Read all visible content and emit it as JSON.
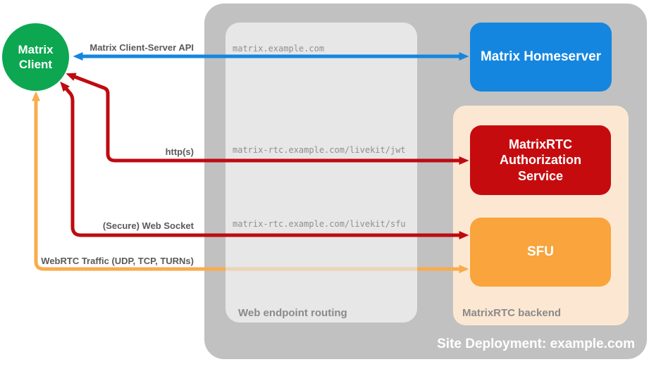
{
  "nodes": {
    "client": "Matrix Client",
    "homeserver": "Matrix Homeserver",
    "auth_service": "MatrixRTC Authorization Service",
    "sfu": "SFU"
  },
  "sections": {
    "routing_title": "Web endpoint routing",
    "backend_title": "MatrixRTC backend",
    "deployment_title": "Site Deployment: example.com"
  },
  "endpoints": [
    "matrix.example.com",
    "matrix-rtc.example.com/livekit/jwt",
    "matrix-rtc.example.com/livekit/sfu"
  ],
  "arrow_labels": {
    "api": "Matrix Client-Server API",
    "http": "http(s)",
    "websocket": "(Secure) Web Socket",
    "webrtc": "WebRTC Traffic (UDP, TCP, TURNs)"
  },
  "colors": {
    "client_green": "#0CA750",
    "homeserver_blue": "#1486DF",
    "auth_service_red": "#C60B0F",
    "arrow_red": "#BE0B10",
    "sfu_orange": "#F9A43C",
    "arrow_orange": "#F9AC4D",
    "arrow_blue": "#1486DF",
    "backend_peach": "#FCE8D2",
    "container_gray": "#C1C1C1",
    "routing_gray": "#E7E7E7"
  }
}
